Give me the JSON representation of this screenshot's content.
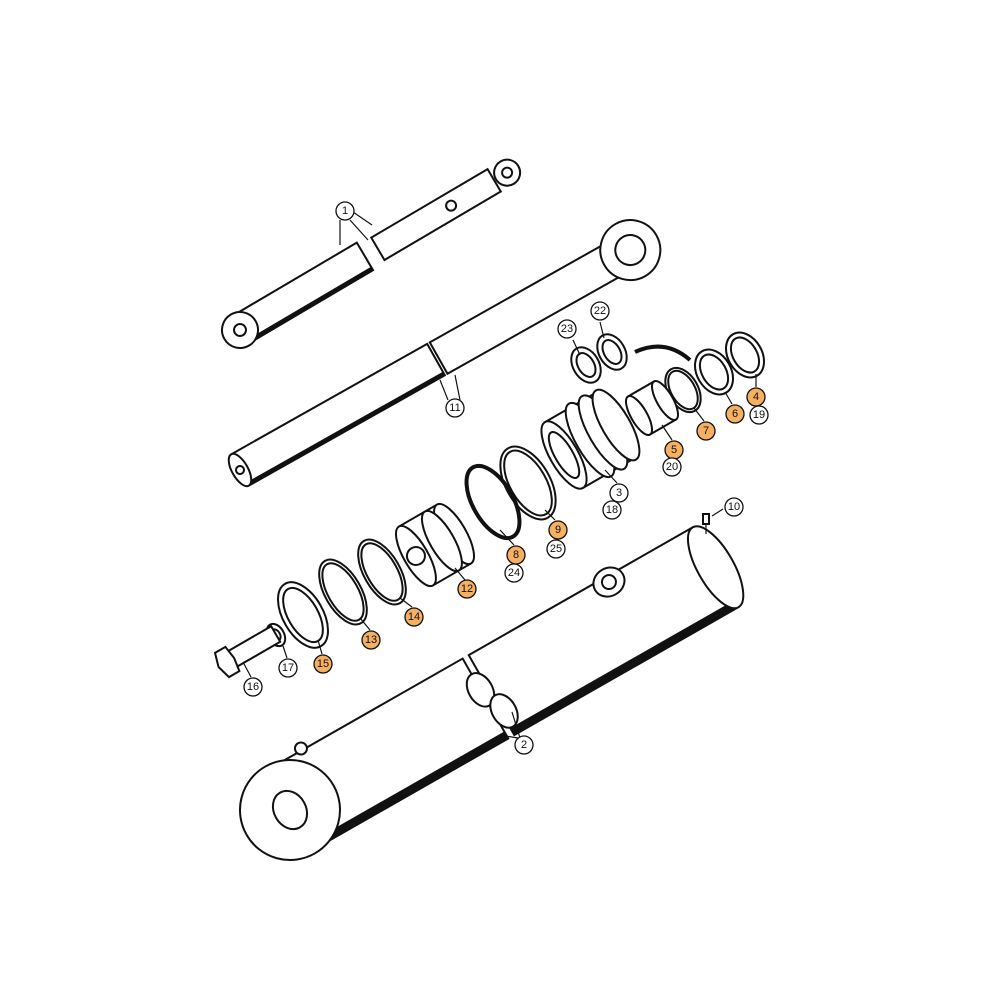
{
  "colors": {
    "highlight": "#F5B062",
    "outline": "#111111",
    "background": "#FFFFFF"
  },
  "callouts": {
    "c1": {
      "label": "1",
      "highlighted": false
    },
    "c2": {
      "label": "2",
      "highlighted": false
    },
    "c3": {
      "label": "3",
      "highlighted": false
    },
    "c4": {
      "label": "4",
      "highlighted": true
    },
    "c5": {
      "label": "5",
      "highlighted": true
    },
    "c6": {
      "label": "6",
      "highlighted": true
    },
    "c7": {
      "label": "7",
      "highlighted": true
    },
    "c8": {
      "label": "8",
      "highlighted": true
    },
    "c9": {
      "label": "9",
      "highlighted": true
    },
    "c10": {
      "label": "10",
      "highlighted": false
    },
    "c11": {
      "label": "11",
      "highlighted": false
    },
    "c12": {
      "label": "12",
      "highlighted": true
    },
    "c13": {
      "label": "13",
      "highlighted": true
    },
    "c14": {
      "label": "14",
      "highlighted": true
    },
    "c15": {
      "label": "15",
      "highlighted": true
    },
    "c16": {
      "label": "16",
      "highlighted": false
    },
    "c17": {
      "label": "17",
      "highlighted": false
    },
    "c18": {
      "label": "18",
      "highlighted": false
    },
    "c19": {
      "label": "19",
      "highlighted": false
    },
    "c20": {
      "label": "20",
      "highlighted": false
    },
    "c22": {
      "label": "22",
      "highlighted": false
    },
    "c23": {
      "label": "23",
      "highlighted": false
    },
    "c24": {
      "label": "24",
      "highlighted": false
    },
    "c25": {
      "label": "25",
      "highlighted": false
    }
  }
}
